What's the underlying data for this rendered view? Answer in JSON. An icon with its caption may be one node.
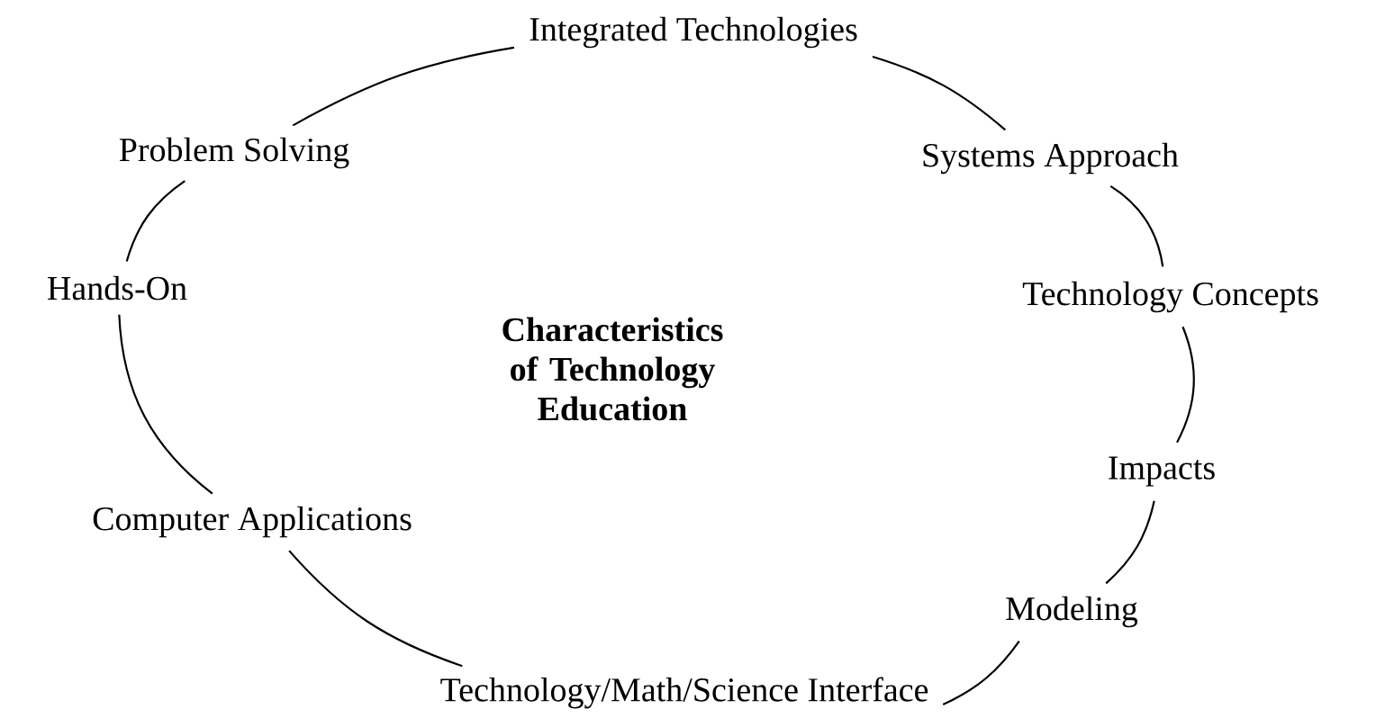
{
  "diagram": {
    "title": "Characteristics of Technology Education",
    "nodes": [
      {
        "text": [
          "Integrated Technologies"
        ]
      },
      {
        "text": [
          "Problem Solving"
        ]
      },
      {
        "text": [
          "Systems Approach"
        ]
      },
      {
        "text": [
          "Hands-On"
        ]
      },
      {
        "text": [
          "Technology Concepts"
        ]
      },
      {
        "text": [
          "Computer Applications"
        ]
      },
      {
        "text": [
          "Impacts"
        ]
      },
      {
        "text": [
          "Modeling"
        ]
      },
      {
        "text": [
          "Technology/Math/Science Interface"
        ]
      }
    ],
    "edges": [
      {
        "from": 0,
        "to": 2,
        "arrow": "none"
      },
      {
        "from": 2,
        "to": 4,
        "arrow": "none"
      },
      {
        "from": 4,
        "to": 6,
        "arrow": "none"
      },
      {
        "from": 6,
        "to": 7,
        "arrow": "none"
      },
      {
        "from": 7,
        "to": 8,
        "arrow": "none"
      },
      {
        "from": 8,
        "to": 5,
        "arrow": "none"
      },
      {
        "from": 5,
        "to": 3,
        "arrow": "none"
      },
      {
        "from": 3,
        "to": 1,
        "arrow": "none"
      },
      {
        "from": 1,
        "to": 0,
        "arrow": "none"
      }
    ]
  }
}
